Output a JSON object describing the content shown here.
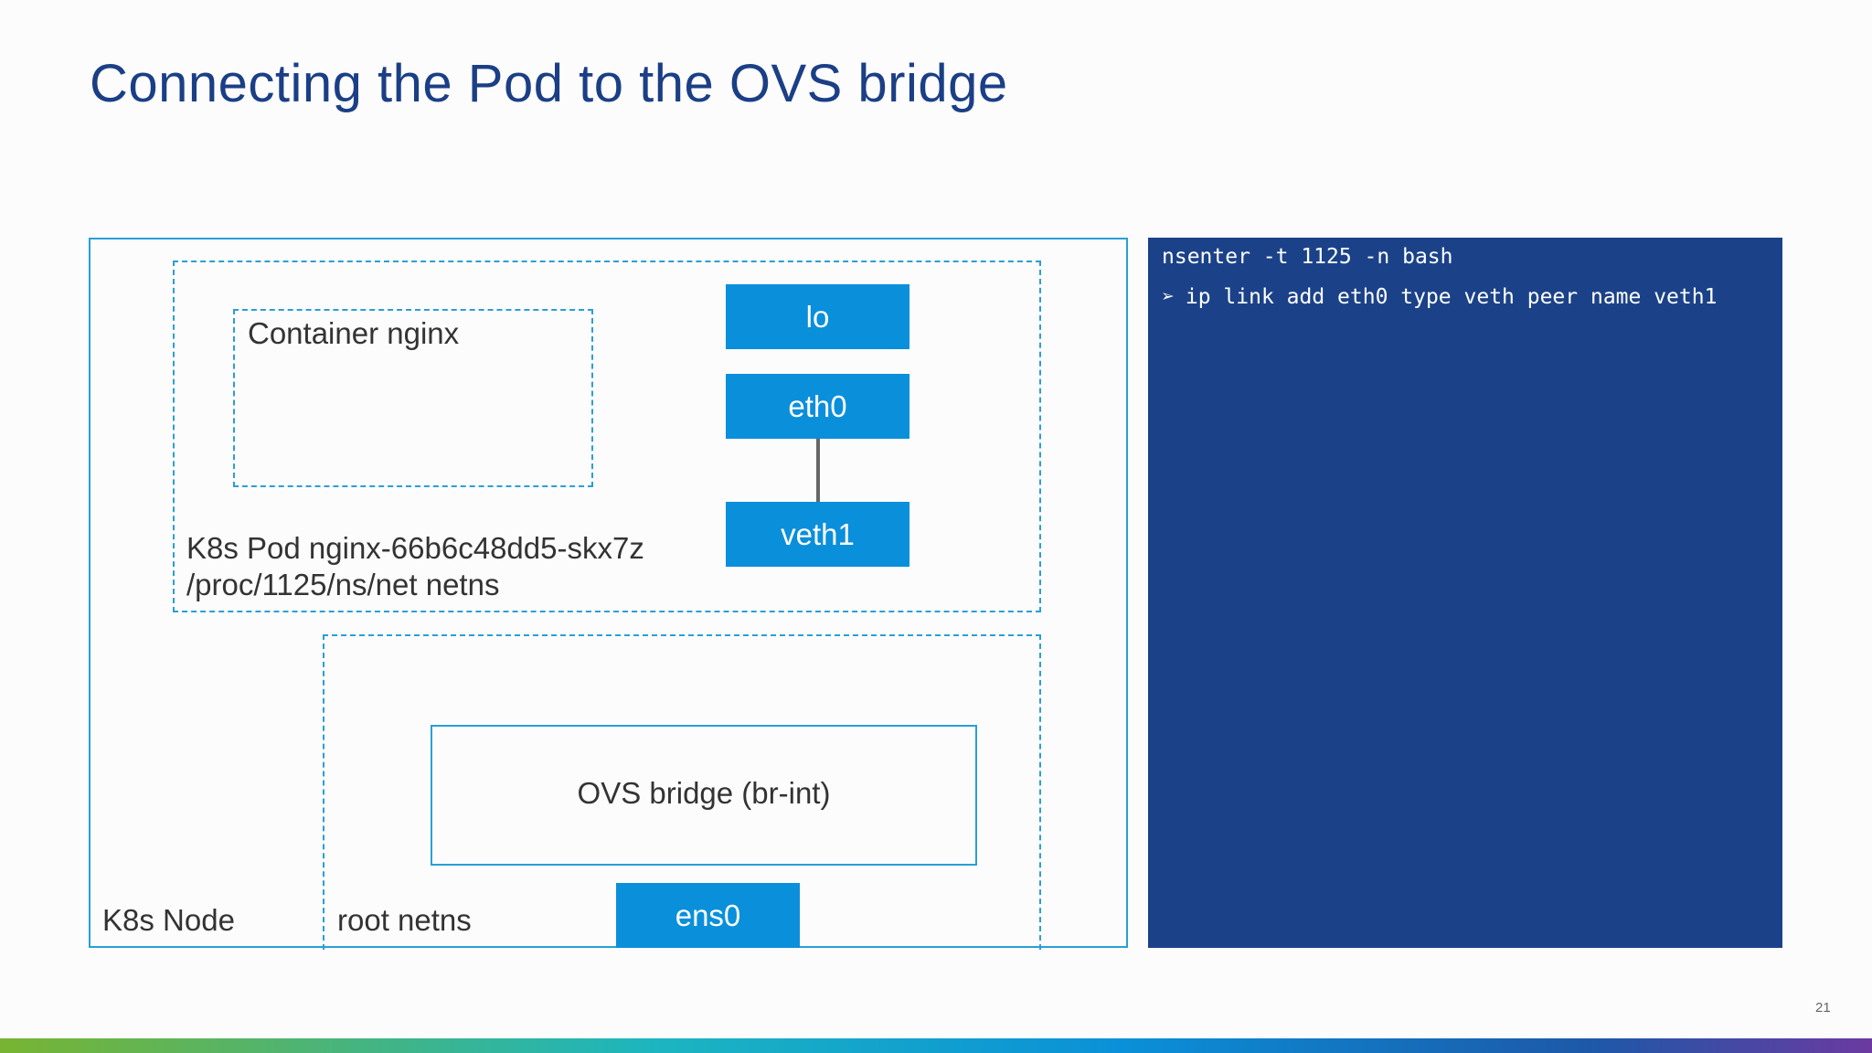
{
  "slide": {
    "title": "Connecting the Pod to the OVS bridge",
    "page_number": "21"
  },
  "diagram": {
    "node_label": "K8s Node",
    "pod_label_line1": "K8s Pod nginx-66b6c48dd5-skx7z",
    "pod_label_line2": "/proc/1125/ns/net netns",
    "container_label": "Container nginx",
    "root_netns_label": "root netns",
    "ovs_bridge_label": "OVS bridge (br-int)",
    "interfaces": {
      "lo": "lo",
      "eth0": "eth0",
      "veth1": "veth1",
      "ens0": "ens0"
    }
  },
  "terminal": {
    "line1": "nsenter -t 1125 -n bash",
    "line2_bullet": "➢",
    "line2": "ip link add eth0 type veth peer name veth1"
  },
  "colors": {
    "title": "#1b3f86",
    "interface_fill": "#0a8fdb",
    "box_border": "#2a9fd6",
    "terminal_bg": "#1b4289"
  }
}
